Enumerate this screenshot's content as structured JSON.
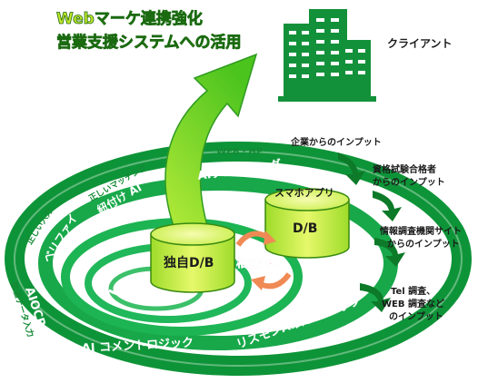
{
  "title": {
    "line1": "Webマーケ連携強化",
    "line2": "営業支援システムへの活用"
  },
  "client_label": "クライアント",
  "ring_labels": {
    "web_hp": "WEB・HP",
    "ai_crawling": "AIクローリング",
    "correct_match": "正しいマッチング",
    "ai_tagging": "紐付け AI",
    "correct_input": "正しい入力",
    "verify": "ベリファイ",
    "aiocr": "AIOCR",
    "numeric_input": "数値データ入力",
    "ai_comment": "AI コメントロジック",
    "risumon_ai": "リスモンAI評価ロジック"
  },
  "databases": {
    "own": "独自D/B",
    "smartphone_title": "スマホアプリ",
    "smartphone_db": "D/B",
    "mutual_link": "相互連携"
  },
  "inputs": [
    "企業からのインプット",
    "資格試験合格者",
    "からのインプット",
    "情報調査機関サイト",
    "からのインプット",
    "Tel 調査、",
    "WEB 調査など",
    "のインプット"
  ],
  "colors": {
    "green_dark": "#0c8c2c",
    "green_light": "#8fdc2a",
    "lime": "#d6f24a",
    "teal": "#1aa84a",
    "red": "#d92020",
    "orange": "#f08a55"
  },
  "icons": {
    "client": "building-icon",
    "input_arrows": "curved-arrow-icon",
    "cycle": "cycle-arrows-icon"
  }
}
